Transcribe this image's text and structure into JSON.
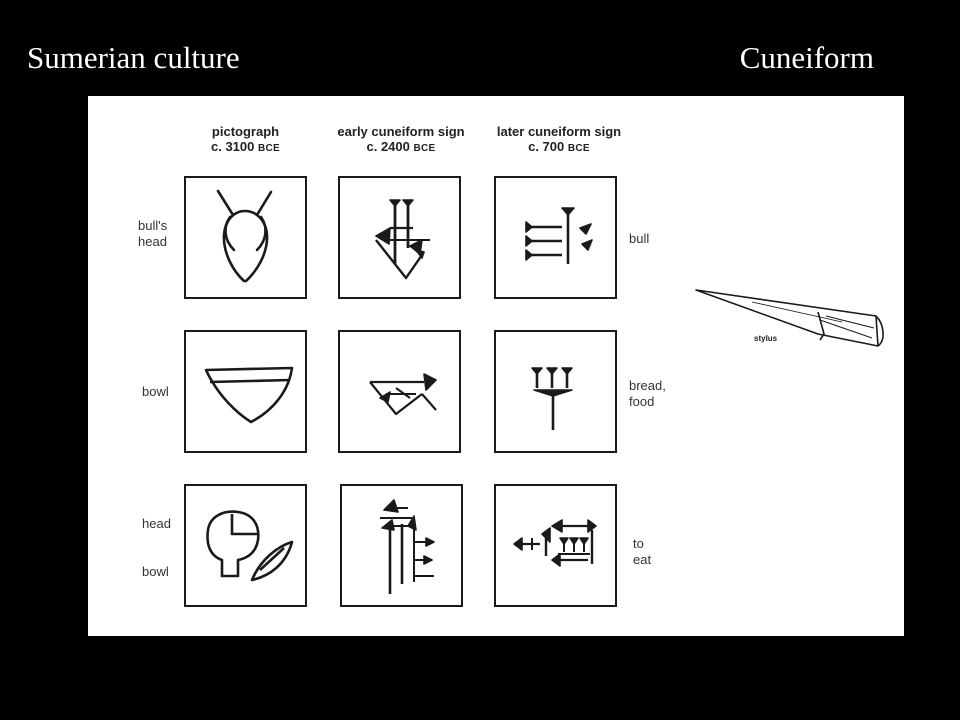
{
  "header": {
    "title_left": "Sumerian culture",
    "title_right": "Cuneiform"
  },
  "columns": [
    {
      "title": "pictograph",
      "date": "c. 3100",
      "era": "BCE"
    },
    {
      "title": "early cuneiform sign",
      "date": "c. 2400",
      "era": "BCE"
    },
    {
      "title": "later cuneiform sign",
      "date": "c. 700",
      "era": "BCE"
    }
  ],
  "rows": {
    "bull": {
      "left_line1": "bull's",
      "left_line2": "head",
      "right_line1": "bull"
    },
    "bowl": {
      "left_line1": "bowl",
      "right_line1": "bread,",
      "right_line2": "food"
    },
    "eat": {
      "left_line1": "head",
      "left_line2": "bowl",
      "right_line1": "to",
      "right_line2": "eat"
    }
  },
  "stylus": {
    "label": "stylus"
  },
  "colors": {
    "background": "#000000",
    "panel": "#ffffff",
    "ink": "#1a1a1a",
    "title_text": "#ffffff"
  }
}
